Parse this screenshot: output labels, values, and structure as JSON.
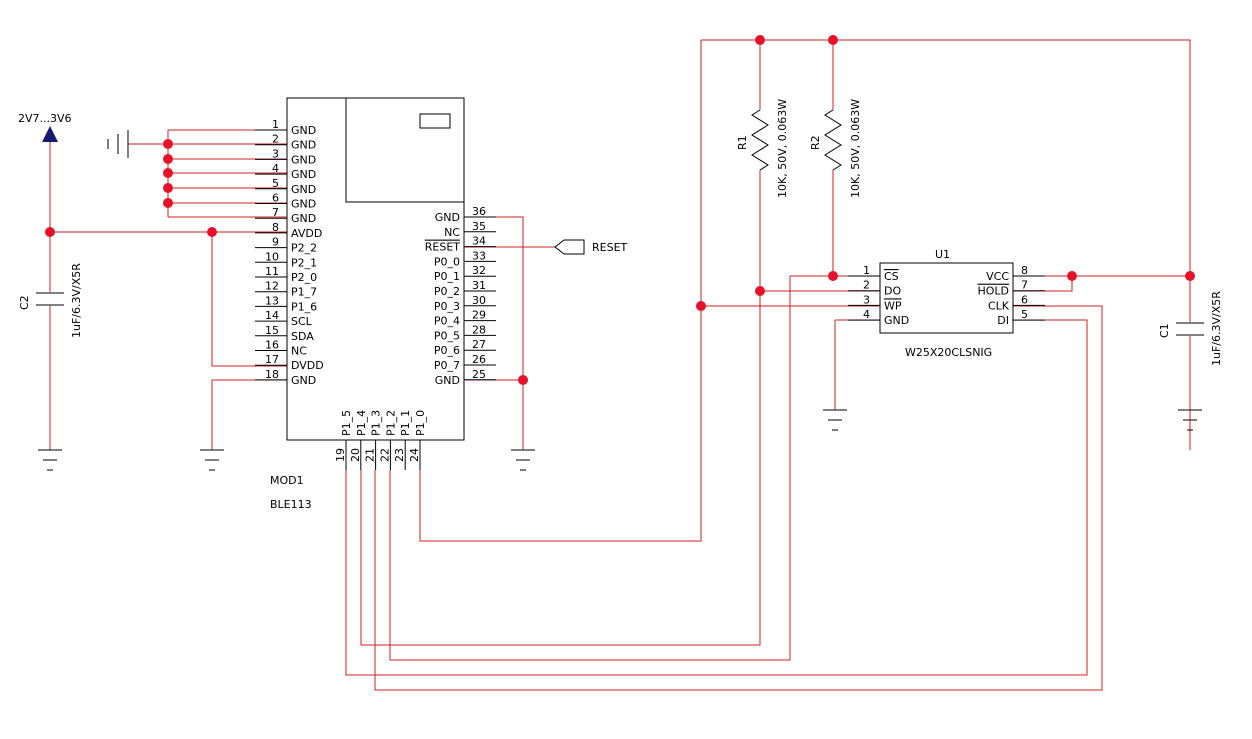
{
  "mod1": {
    "ref": "MOD1",
    "part": "BLE113",
    "left_pins": [
      {
        "num": "1",
        "name": "GND"
      },
      {
        "num": "2",
        "name": "GND"
      },
      {
        "num": "3",
        "name": "GND"
      },
      {
        "num": "4",
        "name": "GND"
      },
      {
        "num": "5",
        "name": "GND"
      },
      {
        "num": "6",
        "name": "GND"
      },
      {
        "num": "7",
        "name": "GND"
      },
      {
        "num": "8",
        "name": "AVDD"
      },
      {
        "num": "9",
        "name": "P2_2"
      },
      {
        "num": "10",
        "name": "P2_1"
      },
      {
        "num": "11",
        "name": "P2_0"
      },
      {
        "num": "12",
        "name": "P1_7"
      },
      {
        "num": "13",
        "name": "P1_6"
      },
      {
        "num": "14",
        "name": "SCL"
      },
      {
        "num": "15",
        "name": "SDA"
      },
      {
        "num": "16",
        "name": "NC"
      },
      {
        "num": "17",
        "name": "DVDD"
      },
      {
        "num": "18",
        "name": "GND"
      }
    ],
    "right_pins": [
      {
        "num": "36",
        "name": "GND"
      },
      {
        "num": "35",
        "name": "NC"
      },
      {
        "num": "34",
        "name": "RESET"
      },
      {
        "num": "33",
        "name": "P0_0"
      },
      {
        "num": "32",
        "name": "P0_1"
      },
      {
        "num": "31",
        "name": "P0_2"
      },
      {
        "num": "30",
        "name": "P0_3"
      },
      {
        "num": "29",
        "name": "P0_4"
      },
      {
        "num": "28",
        "name": "P0_5"
      },
      {
        "num": "27",
        "name": "P0_6"
      },
      {
        "num": "26",
        "name": "P0_7"
      },
      {
        "num": "25",
        "name": "GND"
      }
    ],
    "bottom_pins": [
      {
        "num": "19",
        "name": "P1_5"
      },
      {
        "num": "20",
        "name": "P1_4"
      },
      {
        "num": "21",
        "name": "P1_3"
      },
      {
        "num": "22",
        "name": "P1_2"
      },
      {
        "num": "23",
        "name": "P1_1"
      },
      {
        "num": "24",
        "name": "P1_0"
      }
    ]
  },
  "u1": {
    "ref": "U1",
    "part": "W25X20CLSNIG",
    "left_pins": [
      {
        "num": "1",
        "name": "CS"
      },
      {
        "num": "2",
        "name": "DO"
      },
      {
        "num": "3",
        "name": "WP"
      },
      {
        "num": "4",
        "name": "GND"
      }
    ],
    "right_pins": [
      {
        "num": "8",
        "name": "VCC"
      },
      {
        "num": "7",
        "name": "HOLD"
      },
      {
        "num": "6",
        "name": "CLK"
      },
      {
        "num": "5",
        "name": "DI"
      }
    ]
  },
  "r1": {
    "ref": "R1",
    "value": "10K, 50V, 0.063W"
  },
  "r2": {
    "ref": "R2",
    "value": "10K, 50V, 0.063W"
  },
  "c1": {
    "ref": "C1",
    "value": "1uF/6.3V/X5R"
  },
  "c2": {
    "ref": "C2",
    "value": "1uF/6.3V/X5R"
  },
  "power": {
    "label": "2V7...3V6"
  },
  "reset_port": {
    "label": "RESET"
  },
  "colors": {
    "wire": "#d02020",
    "junction": "#e8102a",
    "component": "#000000",
    "power_arrow": "#1a1a6e"
  }
}
